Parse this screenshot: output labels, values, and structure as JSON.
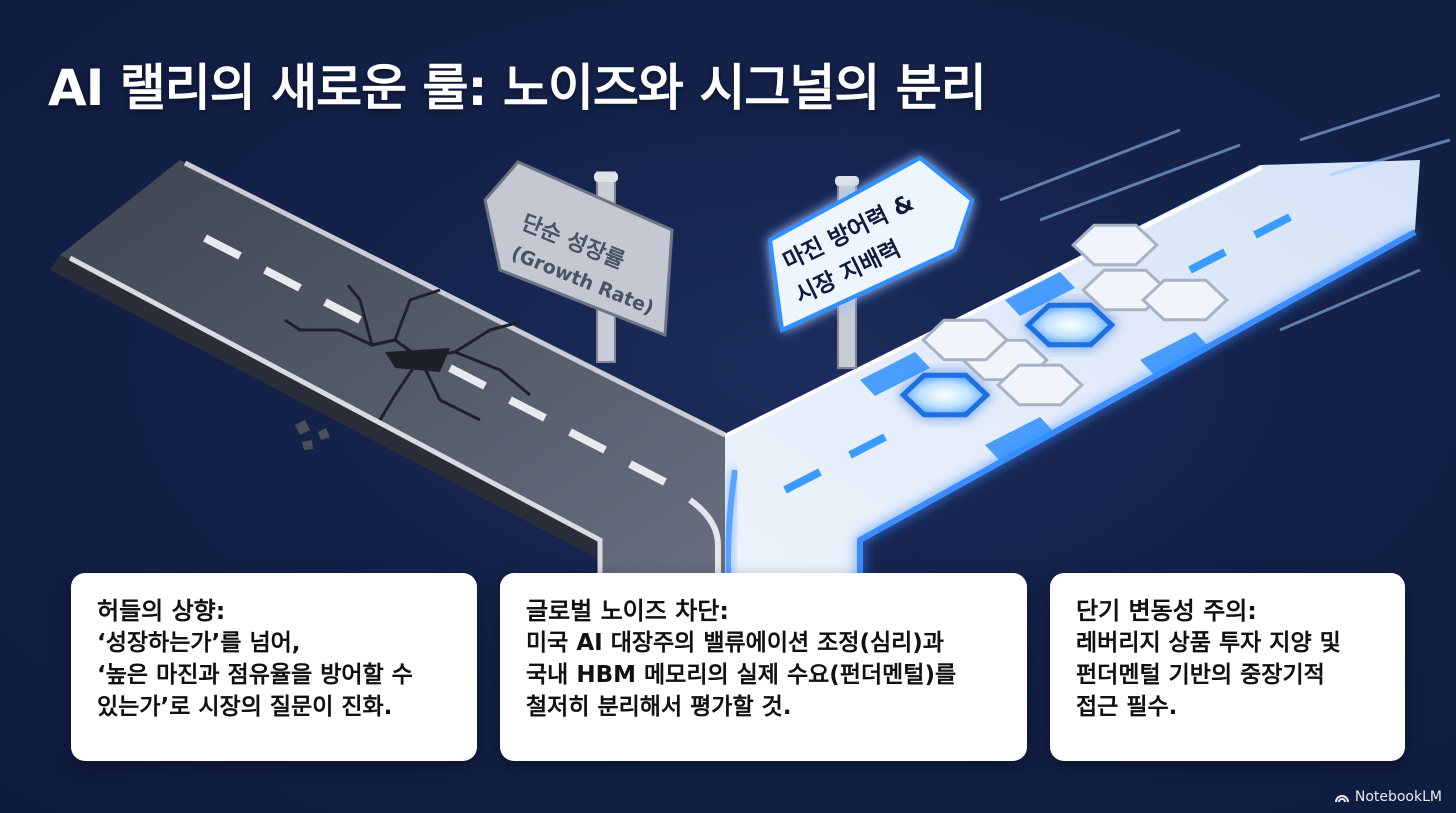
{
  "title": "AI 랠리의 새로운 룰: 노이즈와 시그널의 분리",
  "signs": {
    "left": {
      "line1": "단순 성장률",
      "line2": "(Growth Rate)"
    },
    "right": {
      "line1": "마진 방어력 &",
      "line2": "시장 지배력"
    }
  },
  "cards": [
    {
      "title": "허들의 상향:",
      "body": "‘성장하는가’를 넘어,\n‘높은 마진과 점유율을 방어할 수\n있는가’로 시장의 질문이 진화."
    },
    {
      "title": "글로벌 노이즈 차단:",
      "body": "미국 AI 대장주의 밸류에이션 조정(심리)과\n국내 HBM 메모리의 실제 수요(펀더멘털)를\n철저히 분리해서 평가할 것."
    },
    {
      "title": "단기 변동성 주의:",
      "body": "레버리지 상품 투자 지양 및\n펀더멘털 기반의 중장기적\n접근 필수."
    }
  ],
  "brand": {
    "label": "NotebookLM",
    "icon": "notebooklm-logo-icon"
  },
  "colors": {
    "background": "#14224a",
    "accent_blue": "#2f8fff",
    "road_gray": "#5b6170",
    "card_bg": "#ffffff"
  }
}
